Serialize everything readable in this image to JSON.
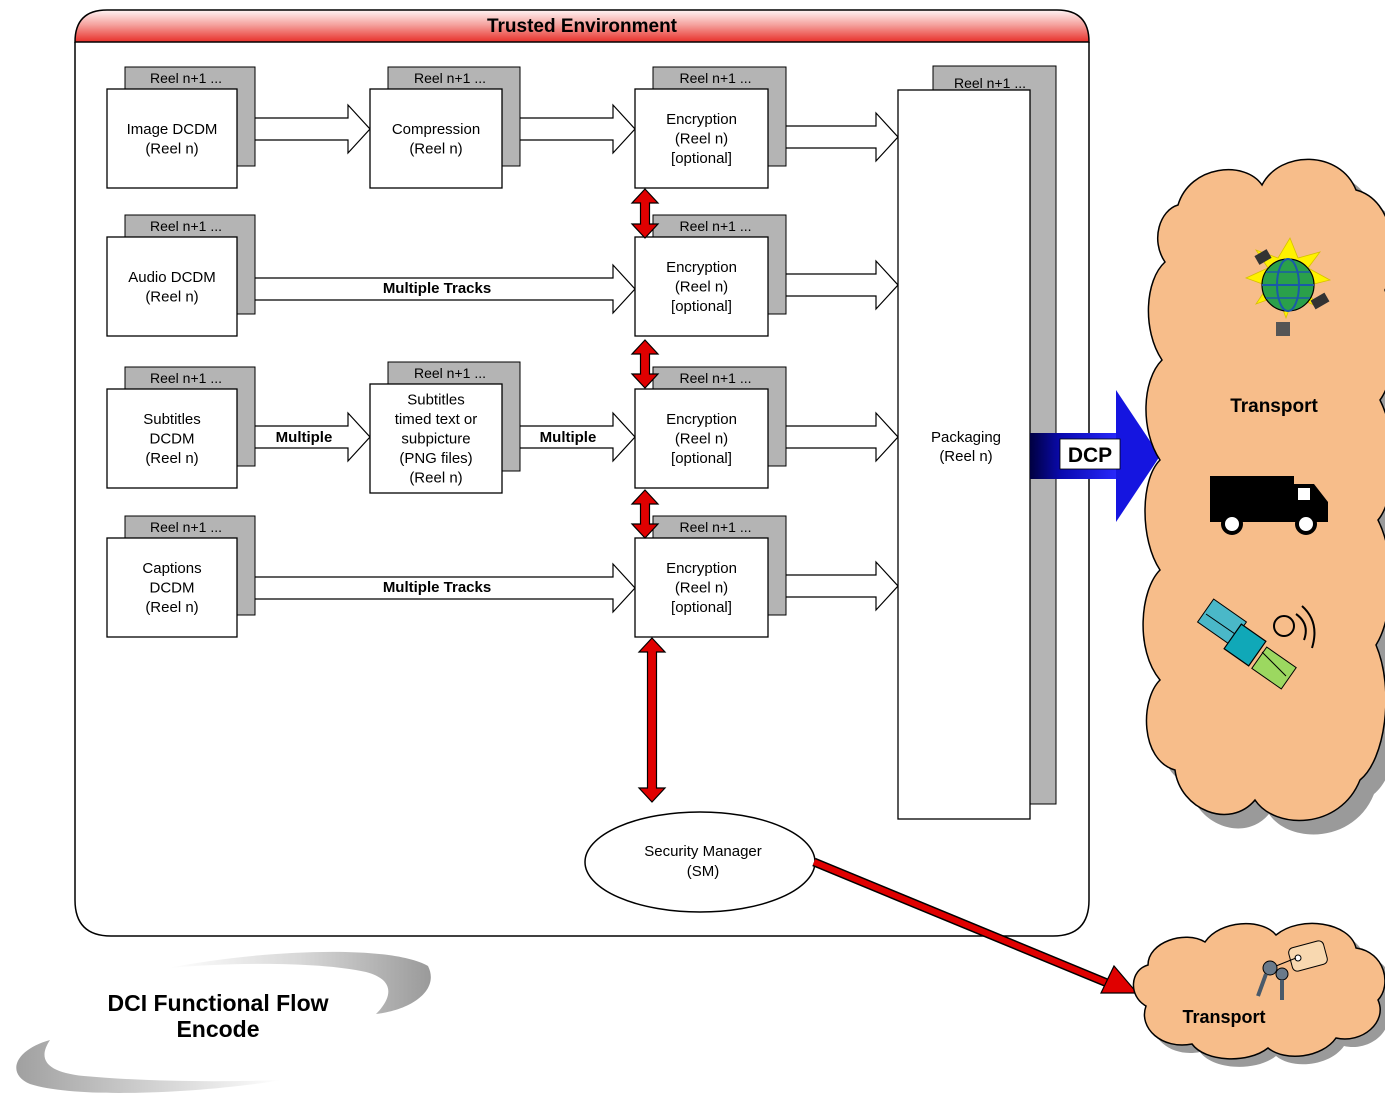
{
  "trusted_env": {
    "title": "Trusted Environment"
  },
  "reel_next": "Reel n+1 ...",
  "rows": [
    {
      "source": [
        "Image DCDM",
        "(Reel n)"
      ]
    },
    {
      "source": [
        "Audio DCDM",
        "(Reel n)"
      ],
      "track_label": "Multiple Tracks"
    },
    {
      "source": [
        "Subtitles",
        "DCDM",
        "(Reel n)"
      ],
      "label_a": "Multiple",
      "label_b": "Multiple"
    },
    {
      "source": [
        "Captions",
        "DCDM",
        "(Reel n)"
      ],
      "track_label": "Multiple Tracks"
    }
  ],
  "compression": [
    "Compression",
    "(Reel n)"
  ],
  "subtitle_proc": [
    "Subtitles",
    "timed text or",
    "subpicture",
    "(PNG files)",
    "(Reel n)"
  ],
  "encryption": [
    "Encryption",
    "(Reel n)",
    "[optional]"
  ],
  "packaging": [
    "Packaging",
    "(Reel n)"
  ],
  "security_manager": [
    "Security Manager",
    "(SM)"
  ],
  "dcp_label": "DCP",
  "transport_main": "Transport",
  "transport_small": "Transport",
  "footer": [
    "DCI Functional Flow",
    "Encode"
  ],
  "colors": {
    "red_header": "#e8302a",
    "red_arrow": "#e00000",
    "cloud": "#f7bd8a",
    "dcp_blue": "#0a0ac8",
    "shadow": "#b4b4b4"
  }
}
